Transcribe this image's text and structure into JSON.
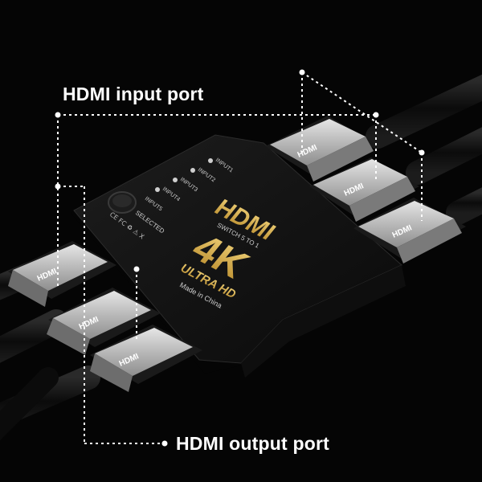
{
  "labels": {
    "input_port": "HDMI input port",
    "output_port": "HDMI output port"
  },
  "device": {
    "logo": "HDMI",
    "model": "SWITCH 5 TO 1",
    "resolution": "4K",
    "tagline": "ULTRA HD",
    "origin": "Made in China",
    "selected_label": "SELECTED",
    "input_leds": [
      "INPUT1",
      "INPUT2",
      "INPUT3",
      "INPUT4",
      "INPUT5"
    ],
    "cert_marks": "CE FC ♻ ⚠ X"
  },
  "connectors": {
    "plug_text": "HDMI"
  },
  "colors": {
    "background": "#050505",
    "device_body": "#121212",
    "gold_text": "#d8b24a",
    "plug_silver": "#c9c9c9",
    "cable": "#0d0d0d",
    "annotation": "#ffffff"
  }
}
